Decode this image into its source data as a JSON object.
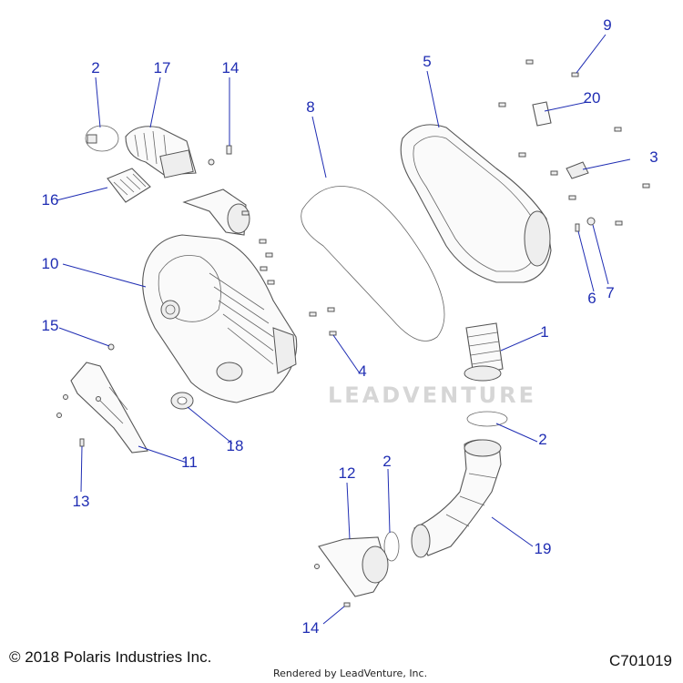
{
  "diagram": {
    "callouts": [
      {
        "id": "c2a",
        "text": "2"
      },
      {
        "id": "c17",
        "text": "17"
      },
      {
        "id": "c14a",
        "text": "14"
      },
      {
        "id": "c8",
        "text": "8"
      },
      {
        "id": "c5",
        "text": "5"
      },
      {
        "id": "c9",
        "text": "9"
      },
      {
        "id": "c20",
        "text": "20"
      },
      {
        "id": "c3",
        "text": "3"
      },
      {
        "id": "c16",
        "text": "16"
      },
      {
        "id": "c10",
        "text": "10"
      },
      {
        "id": "c6",
        "text": "6"
      },
      {
        "id": "c7",
        "text": "7"
      },
      {
        "id": "c1",
        "text": "1"
      },
      {
        "id": "c15",
        "text": "15"
      },
      {
        "id": "c4",
        "text": "4"
      },
      {
        "id": "c2b",
        "text": "2"
      },
      {
        "id": "c18",
        "text": "18"
      },
      {
        "id": "c11",
        "text": "11"
      },
      {
        "id": "c12",
        "text": "12"
      },
      {
        "id": "c2c",
        "text": "2"
      },
      {
        "id": "c13",
        "text": "13"
      },
      {
        "id": "c19",
        "text": "19"
      },
      {
        "id": "c14b",
        "text": "14"
      }
    ]
  },
  "footer": {
    "copyright": "© 2018 Polaris Industries Inc.",
    "render_credit": "Rendered by LeadVenture, Inc.",
    "diagram_code": "C701019"
  },
  "watermark": {
    "text": "LEADVENTURE"
  },
  "colors": {
    "callout": "#1f2db3",
    "line": "#555555"
  }
}
